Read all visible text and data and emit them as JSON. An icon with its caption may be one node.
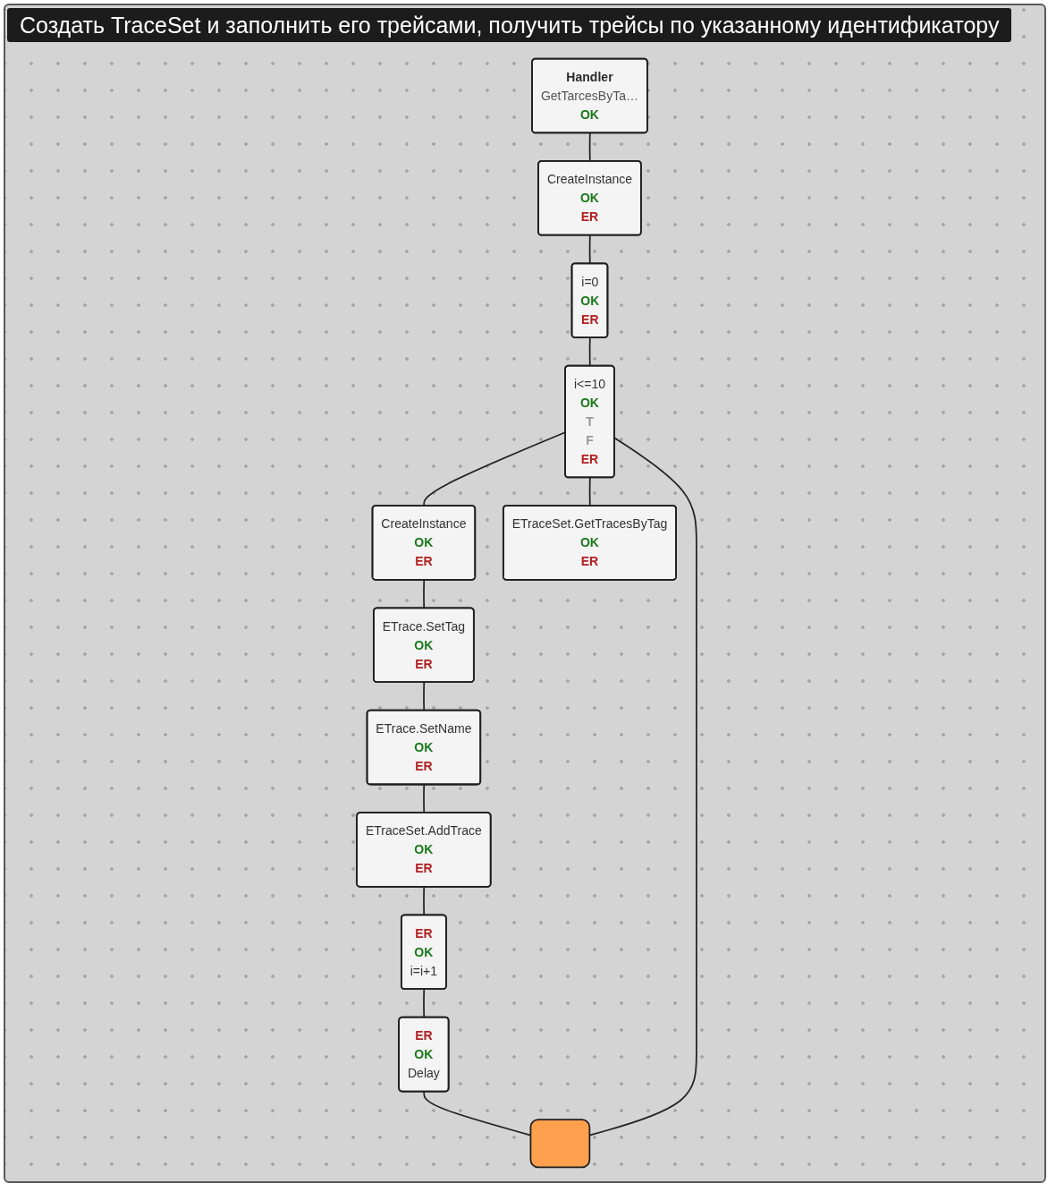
{
  "diagram": {
    "title": "Создать TraceSet и заполнить его трейсами, получить трейсы по указанному идентификатору",
    "nodes": [
      {
        "text": [
          "Handler",
          "GetTarcesByTa…",
          "OK"
        ]
      },
      {
        "text": [
          "CreateInstance",
          "OK",
          "ER"
        ]
      },
      {
        "text": [
          "i=0",
          "OK",
          "ER"
        ]
      },
      {
        "text": [],
        "shape": "box"
      },
      {
        "text": [
          "i<=10",
          "OK",
          "T",
          "F",
          "ER"
        ]
      },
      {
        "text": [
          "CreateInstance",
          "OK",
          "ER"
        ]
      },
      {
        "text": [
          "ETraceSet.GetTracesByTag",
          "OK",
          "ER"
        ]
      },
      {
        "text": [
          "ER",
          "OK",
          "Delay"
        ]
      },
      {
        "text": [
          "ETrace.SetTag",
          "OK",
          "ER"
        ]
      },
      {
        "text": [
          "ETrace.SetName",
          "OK",
          "ER"
        ]
      },
      {
        "text": [
          "ER",
          "OK",
          "i=i+1"
        ]
      },
      {
        "text": [
          "ETraceSet.AddTrace",
          "OK",
          "ER"
        ]
      }
    ],
    "edges": [
      {
        "from": 0,
        "to": 1,
        "arrow": "none"
      },
      {
        "from": 1,
        "to": 2,
        "arrow": "none"
      },
      {
        "from": 2,
        "to": 4,
        "arrow": "none"
      },
      {
        "from": 3,
        "to": 4,
        "arrow": "none"
      },
      {
        "from": 4,
        "to": 5,
        "arrow": "none"
      },
      {
        "from": 4,
        "to": 6,
        "arrow": "none"
      },
      {
        "from": 5,
        "to": 8,
        "arrow": "none"
      },
      {
        "from": 8,
        "to": 9,
        "arrow": "none"
      },
      {
        "from": 9,
        "to": 11,
        "arrow": "none"
      },
      {
        "from": 11,
        "to": 10,
        "arrow": "none"
      },
      {
        "from": 10,
        "to": 7,
        "arrow": "none"
      },
      {
        "from": 7,
        "to": 3,
        "arrow": "none"
      }
    ]
  }
}
